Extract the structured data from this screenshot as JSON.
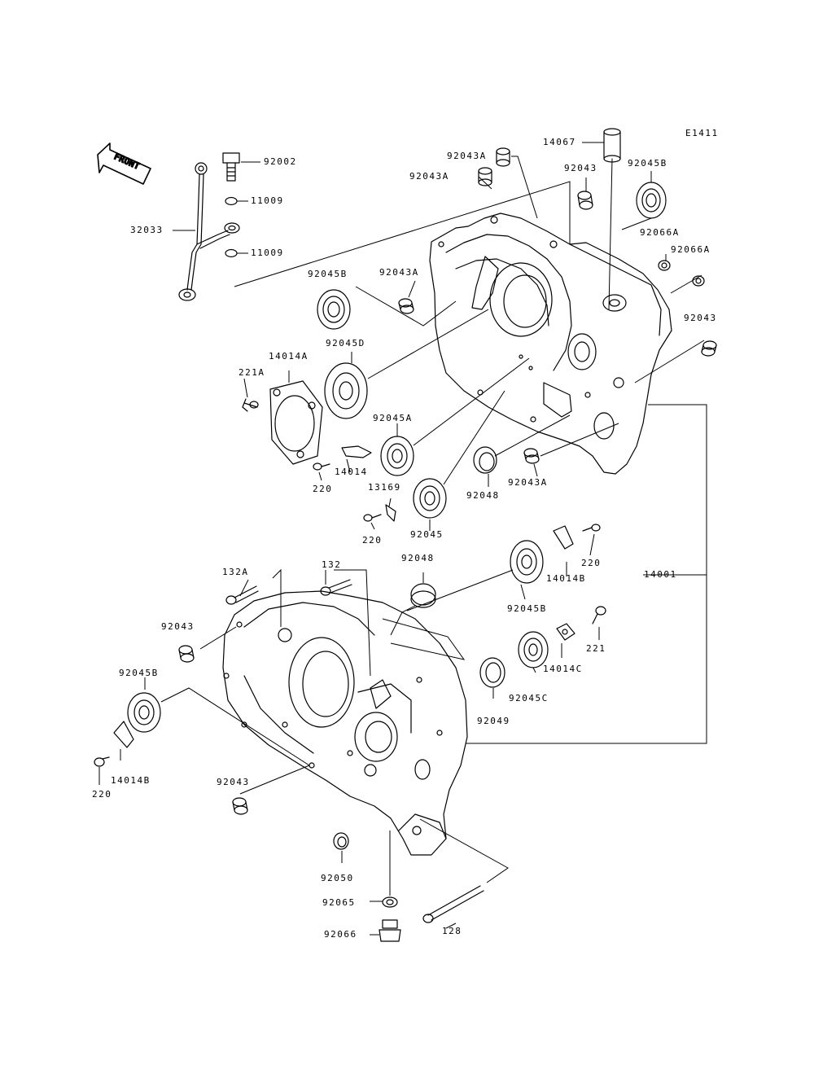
{
  "diagram_code": "E1411",
  "front_label": "FRONT",
  "labels": {
    "p92002": "92002",
    "p11009_a": "11009",
    "p32033": "32033",
    "p11009_b": "11009",
    "p92043A_1": "92043A",
    "p92043A_2": "92043A",
    "p14067": "14067",
    "p92043_top": "92043",
    "p92045B_top": "92045B",
    "p92066A_1": "92066A",
    "p92066A_2": "92066A",
    "p92045B_mid": "92045B",
    "p92043A_3": "92043A",
    "p92045D": "92045D",
    "p14014A": "14014A",
    "p221A": "221A",
    "p92043_right": "92043",
    "p92045A": "92045A",
    "p14014": "14014",
    "p220_a": "220",
    "p13169": "13169",
    "p92048_a": "92048",
    "p92043A_4": "92043A",
    "p220_b": "220",
    "p92045": "92045",
    "p220_c": "220",
    "p132A": "132A",
    "p132": "132",
    "p92048_b": "92048",
    "p14014B_a": "14014B",
    "p14001": "14001",
    "p92045B_low": "92045B",
    "p92043_left": "92043",
    "p221": "221",
    "p14014C": "14014C",
    "p92045B_left": "92045B",
    "p92045C": "92045C",
    "p92049": "92049",
    "p14014B_b": "14014B",
    "p220_d": "220",
    "p92043_low": "92043",
    "p92050": "92050",
    "p92065": "92065",
    "p128": "128",
    "p92066": "92066"
  }
}
